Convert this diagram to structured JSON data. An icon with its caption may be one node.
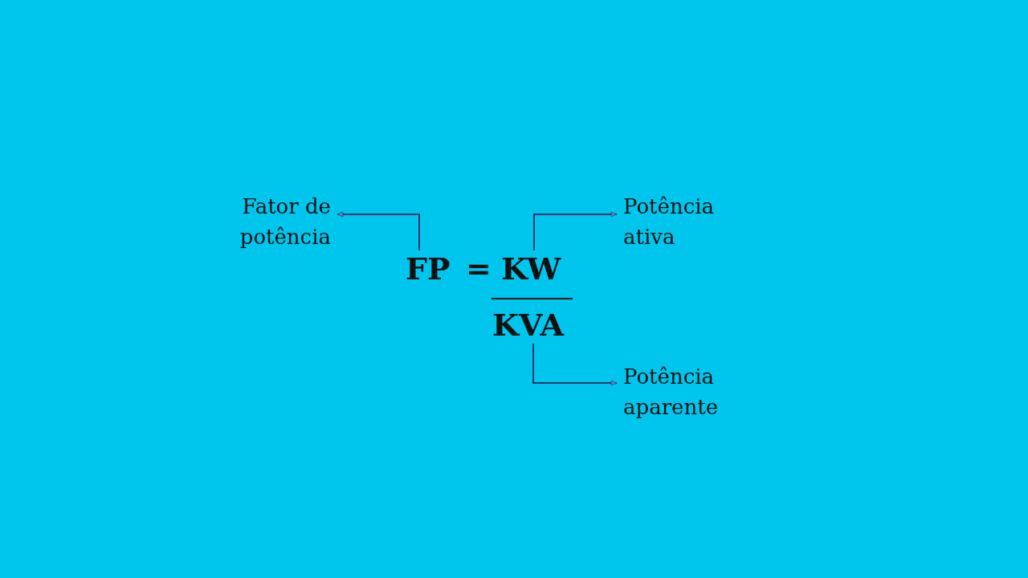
{
  "diagram": {
    "nodes": [
      {
        "text": [
          "FP"
        ]
      },
      {
        "text": [
          "KW"
        ]
      },
      {
        "text": [
          "KVA"
        ]
      },
      {
        "text": [
          "Fator de potência"
        ]
      },
      {
        "text": [
          "Potência ativa"
        ]
      },
      {
        "text": [
          "Potência aparente"
        ]
      }
    ],
    "edges": [
      {
        "from": 0,
        "to": 3,
        "arrow": "to"
      },
      {
        "from": 1,
        "to": 4,
        "arrow": "to"
      },
      {
        "from": 2,
        "to": 5,
        "arrow": "to"
      }
    ],
    "labels": [
      "="
    ]
  }
}
